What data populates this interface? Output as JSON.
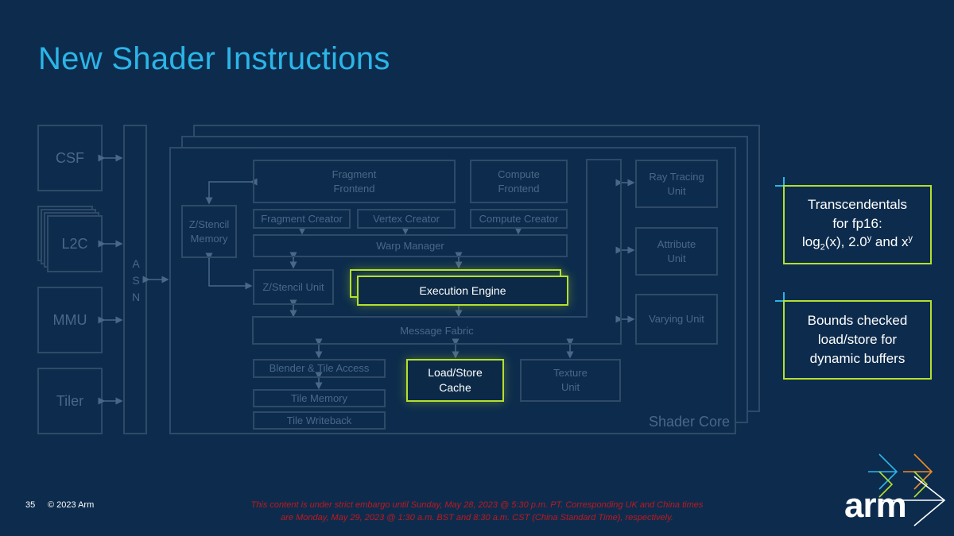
{
  "title": "New Shader Instructions",
  "left_blocks": {
    "csf": "CSF",
    "l2c": "L2C",
    "mmu": "MMU",
    "tiler": "Tiler"
  },
  "asn": {
    "a": "A",
    "s": "S",
    "n": "N"
  },
  "core": {
    "label": "Shader Core",
    "fragment_frontend": "Fragment Frontend",
    "compute_frontend": "Compute Frontend",
    "ray_tracing_unit": "Ray Tracing Unit",
    "fragment_creator": "Fragment Creator",
    "vertex_creator": "Vertex Creator",
    "compute_creator": "Compute Creator",
    "zstencil_memory": "Z/Stencil Memory",
    "warp_manager": "Warp Manager",
    "attribute_unit": "Attribute Unit",
    "zstencil_unit": "Z/Stencil Unit",
    "execution_engine": "Execution Engine",
    "varying_unit": "Varying Unit",
    "message_fabric": "Message Fabric",
    "blender_tile_access": "Blender & Tile Access",
    "load_store_cache": "Load/Store Cache",
    "texture_unit": "Texture Unit",
    "tile_memory": "Tile Memory",
    "tile_writeback": "Tile Writeback"
  },
  "callouts": {
    "transcendentals": {
      "line1": "Transcendentals",
      "line2": "for fp16:",
      "log_prefix": "log",
      "log_sub": "2",
      "log_mid": "(x), 2.0",
      "exp_y": "y",
      "and_x": " and x",
      "exp_y2": "y"
    },
    "bounds": {
      "line1": "Bounds checked",
      "line2": "load/store for",
      "line3": "dynamic buffers"
    }
  },
  "footer": {
    "slide_number": "35",
    "copyright": "© 2023 Arm",
    "embargo_line1": "This content is under strict embargo until Sunday, May 28, 2023 @ 5:30 p.m. PT. Corresponding UK and China times",
    "embargo_line2": "are Monday, May 29, 2023 @ 1:30 a.m. BST and 8:30 a.m. CST (China Standard Time), respectively."
  },
  "logo": {
    "text": "arm"
  },
  "colors": {
    "background": "#0d2c4d",
    "title": "#2bb5e8",
    "highlight": "#b5e02c",
    "dim": "#4a6788",
    "embargo": "#c0181e"
  }
}
